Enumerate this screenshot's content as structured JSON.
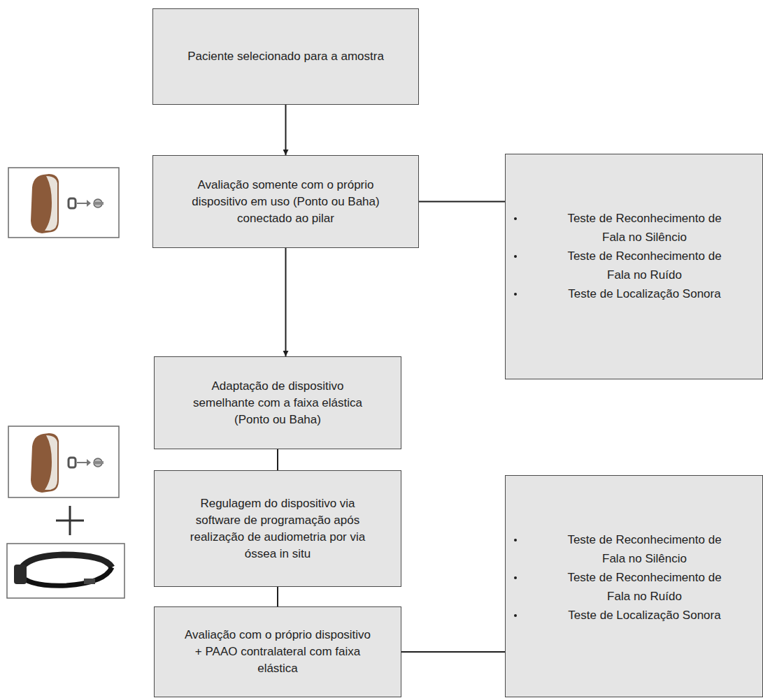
{
  "diagram": {
    "nodes": [
      {
        "text": [
          "Paciente selecionado para a amostra"
        ]
      },
      {
        "text": [
          "Avaliação somente com o próprio dispositivo em uso (Ponto ou Baha) conectado ao pilar"
        ]
      },
      {
        "text": [
          "Teste de Reconhecimento de Fala no Silêncio",
          "Teste de Reconhecimento de Fala no Ruído",
          "Teste de Localização Sonora"
        ]
      },
      {
        "text": [
          "Adaptação de dispositivo semelhante com a faixa elástica (Ponto ou Baha)"
        ]
      },
      {
        "text": [
          "Regulagem do dispositivo via software de programação após realização de audiometria por via óssea in situ"
        ]
      },
      {
        "text": [
          "Avaliação com o próprio dispositivo + PAAO contralateral com faixa elástica"
        ]
      },
      {
        "text": [
          "Teste de Reconhecimento de Fala no Silêncio",
          "Teste de Reconhecimento de Fala no Ruído",
          "Teste de Localização Sonora"
        ]
      }
    ],
    "edges": [
      {
        "from": 0,
        "to": 1,
        "arrow": "to"
      },
      {
        "from": 1,
        "to": 2,
        "arrow": "none"
      },
      {
        "from": 1,
        "to": 3,
        "arrow": "to"
      },
      {
        "from": 3,
        "to": 4,
        "arrow": "none"
      },
      {
        "from": 4,
        "to": 5,
        "arrow": "none"
      },
      {
        "from": 5,
        "to": 6,
        "arrow": "none"
      }
    ]
  }
}
